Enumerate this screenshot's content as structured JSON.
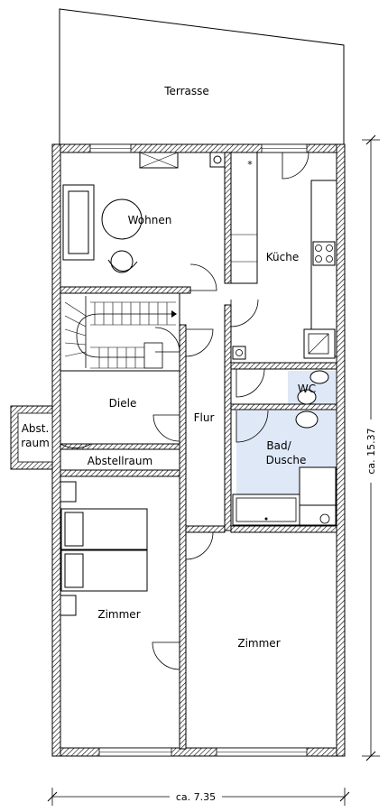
{
  "rooms": {
    "terrace": "Terrasse",
    "living": "Wohnen",
    "kitchen": "Küche",
    "hall": "Diele",
    "corridor": "Flur",
    "wc": "WC",
    "bath": "Bad/\nDusche",
    "bath_line1": "Bad/",
    "bath_line2": "Dusche",
    "storage_small_line1": "Abst.",
    "storage_small_line2": "raum",
    "storage": "Abstellraum",
    "room_left": "Zimmer",
    "room_right": "Zimmer"
  },
  "dimensions": {
    "width": "ca. 7.35",
    "height": "ca. 15.37"
  },
  "colors": {
    "wet_area": "#dfe8f7",
    "wall": "#000000"
  },
  "symbols": {
    "kitchen_marker": "*"
  }
}
